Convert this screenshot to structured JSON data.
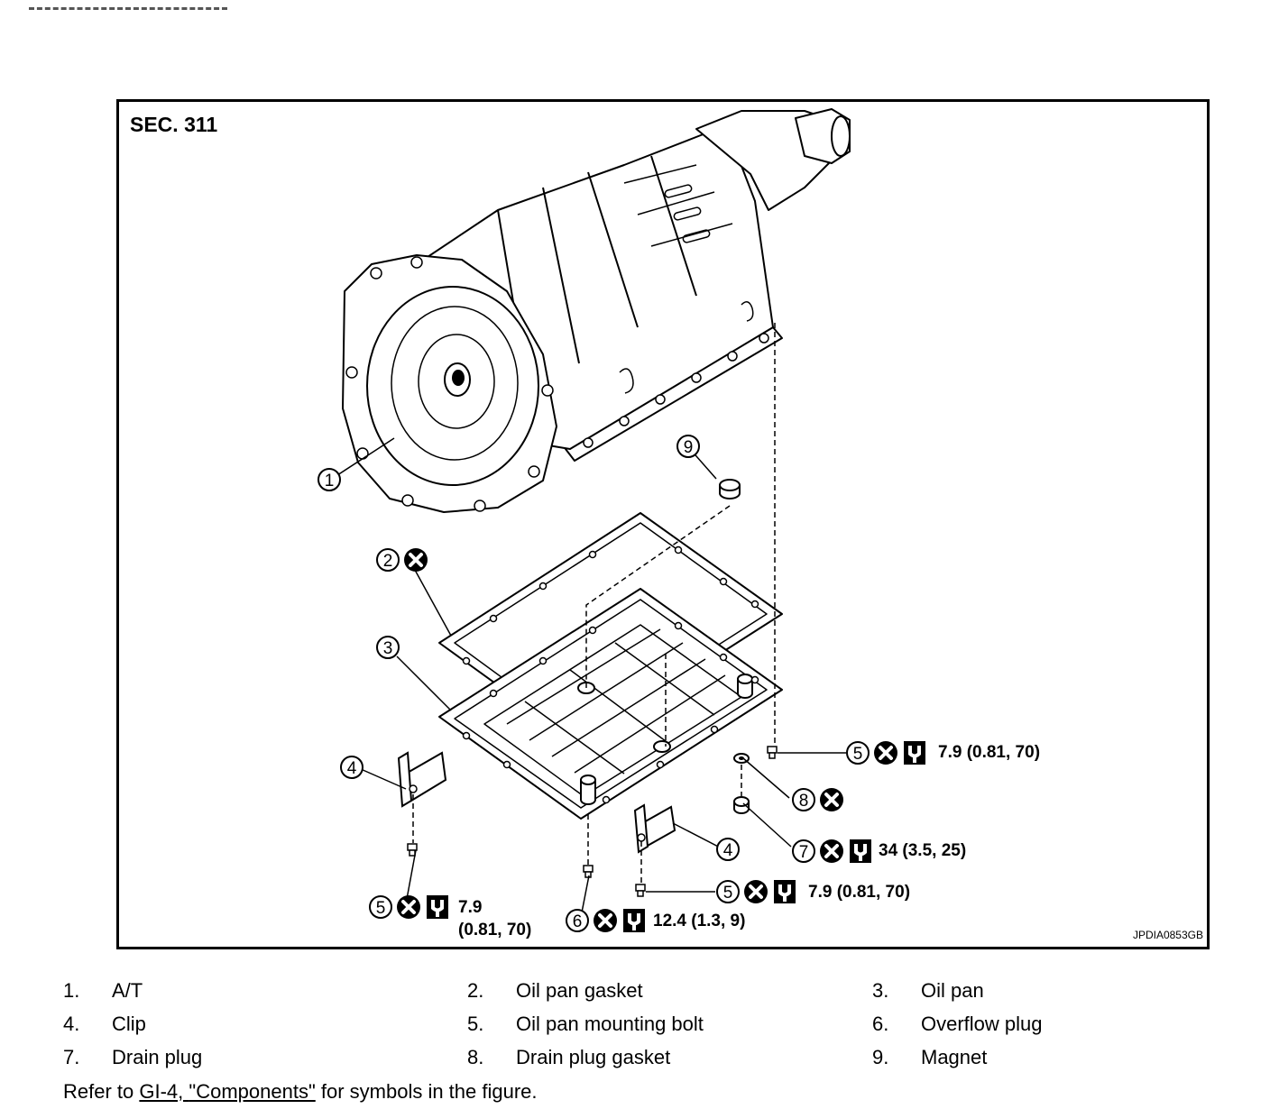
{
  "figure": {
    "section": "SEC. 311",
    "figure_id": "JPDIA0853GB",
    "callouts": [
      {
        "num": "1",
        "spec": ""
      },
      {
        "num": "2",
        "spec": ""
      },
      {
        "num": "3",
        "spec": ""
      },
      {
        "num": "4",
        "spec": ""
      },
      {
        "num": "4",
        "spec": ""
      },
      {
        "num": "5",
        "spec": "7.9 (0.81, 70)"
      },
      {
        "num": "5",
        "spec": "7.9 (0.81, 70)"
      },
      {
        "num": "5",
        "spec_line1": "7.9",
        "spec_line2": "(0.81, 70)"
      },
      {
        "num": "6",
        "spec": "12.4 (1.3, 9)"
      },
      {
        "num": "7",
        "spec": "34 (3.5, 25)"
      },
      {
        "num": "8",
        "spec": ""
      },
      {
        "num": "9",
        "spec": ""
      }
    ],
    "symbols": {
      "do_not_reuse": "do-not-reuse-icon",
      "torque": "torque-wrench-icon"
    }
  },
  "legend": [
    {
      "num": "1.",
      "label": "A/T"
    },
    {
      "num": "2.",
      "label": "Oil pan gasket"
    },
    {
      "num": "3.",
      "label": "Oil pan"
    },
    {
      "num": "4.",
      "label": "Clip"
    },
    {
      "num": "5.",
      "label": "Oil pan mounting bolt"
    },
    {
      "num": "6.",
      "label": "Overflow plug"
    },
    {
      "num": "7.",
      "label": "Drain plug"
    },
    {
      "num": "8.",
      "label": "Drain plug gasket"
    },
    {
      "num": "9.",
      "label": "Magnet"
    }
  ],
  "note": {
    "prefix": "Refer to ",
    "link_ref": "GI-4, ",
    "link_name": "\"Components\"",
    "suffix": " for symbols in the figure."
  }
}
